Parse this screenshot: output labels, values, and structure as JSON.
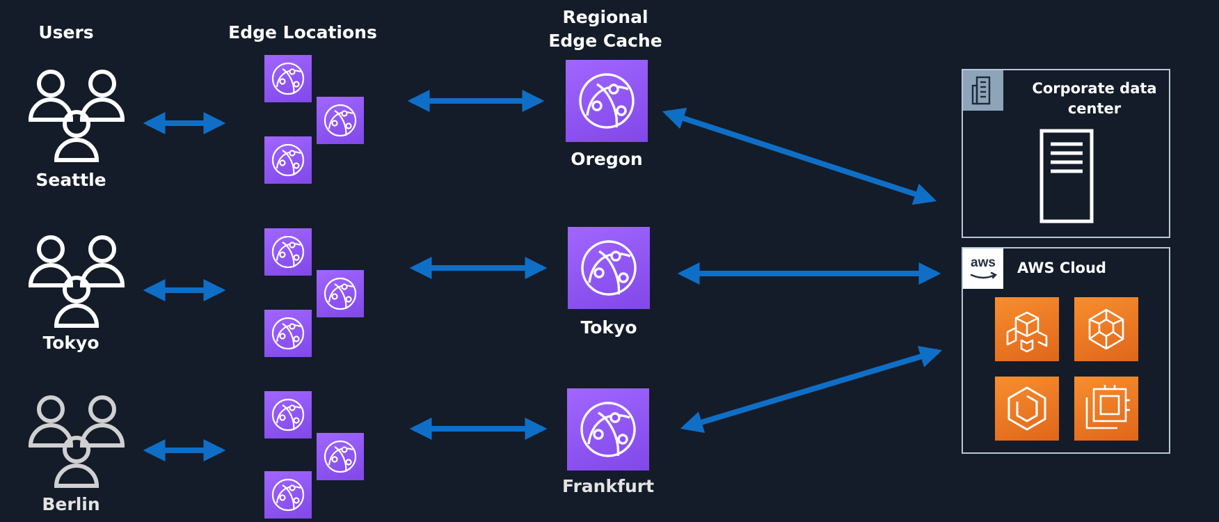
{
  "headers": {
    "users": "Users",
    "edge_locations": "Edge Locations",
    "regional_line1": "Regional",
    "regional_line2": "Edge Cache"
  },
  "rows": [
    {
      "user_city": "Seattle",
      "regional_city": "Oregon"
    },
    {
      "user_city": "Tokyo",
      "regional_city": "Tokyo"
    },
    {
      "user_city": "Berlin",
      "regional_city": "Frankfurt"
    }
  ],
  "corporate_dc": {
    "title_line1": "Corporate data",
    "title_line2": "center"
  },
  "aws_cloud": {
    "logo_text": "aws",
    "title": "AWS Cloud"
  },
  "colors": {
    "background": "#141c29",
    "arrow": "#0f6fc6",
    "edge_purple": "#8c4fff",
    "service_orange": "#ed7100",
    "border": "#b8c8d8"
  },
  "icons": [
    "users-group-icon",
    "cloudfront-globe-icon",
    "building-icon",
    "server-rack-icon",
    "aws-logo-icon",
    "service-icon"
  ]
}
